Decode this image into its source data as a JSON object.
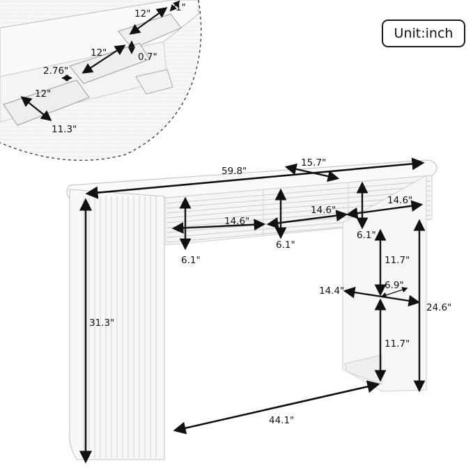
{
  "unit_label": "Unit:inch",
  "dimensions": {
    "overall_length": "59.8\"",
    "top_depth": "15.7\"",
    "drawer_width_left": "14.6\"",
    "drawer_width_mid": "14.6\"",
    "drawer_width_right": "14.6\"",
    "drawer_front_height_left": "6.1\"",
    "drawer_front_height_mid": "6.1\"",
    "drawer_front_height_right": "6.1\"",
    "total_height": "31.3\"",
    "leg_upper_height": "11.7\"",
    "leg_lower_height": "11.7\"",
    "leg_height": "24.6\"",
    "shelf_depth": "14.4\"",
    "leg_thickness": "6.9\"",
    "leg_gap": "44.1\"",
    "inset_drawer_length_top": "12\"",
    "inset_drawer_length_mid": "12\"",
    "inset_drawer_length_low": "12\"",
    "inset_panel_thickness": "1\"",
    "inset_gap": "0.7\"",
    "inset_drawer_depth": "2.76\"",
    "inset_drawer_width": "11.3\""
  }
}
